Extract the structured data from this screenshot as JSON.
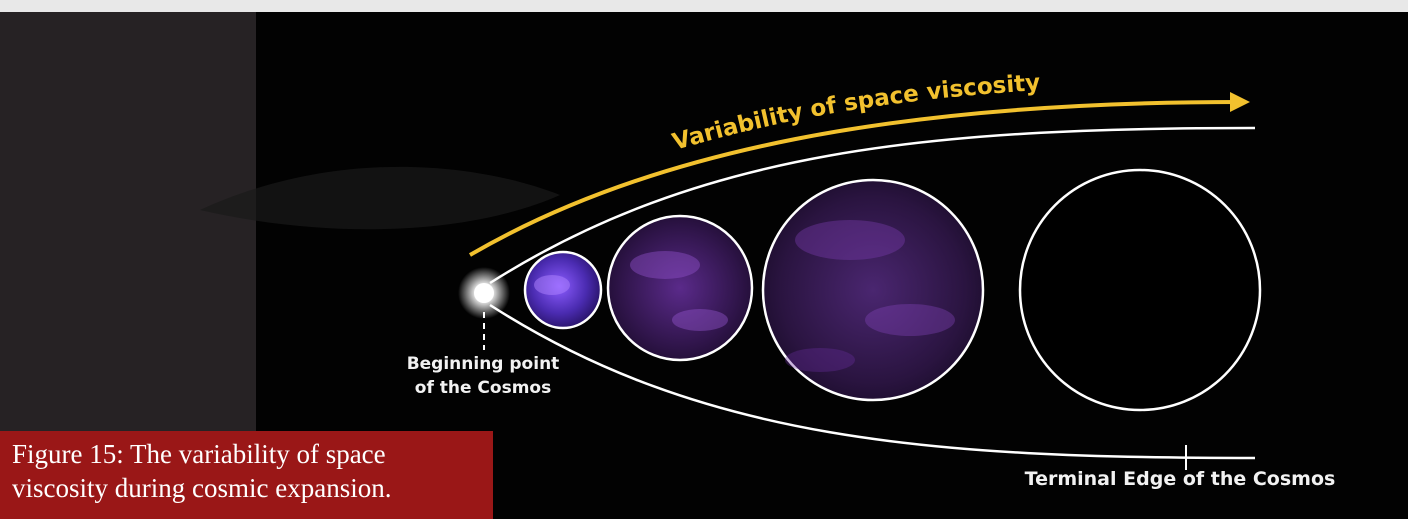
{
  "title_arrow_label": "Variability of space viscosity",
  "beginning_label": [
    "Beginning point",
    "of the Cosmos"
  ],
  "terminal_label": "Terminal Edge of the Cosmos",
  "caption": [
    "Figure 15: The variability of space",
    "viscosity during cosmic expansion."
  ],
  "colors": {
    "arrow": "#f2c12e",
    "caption_bg": "#9a1717",
    "outline": "#ffffff",
    "nebula": "#7a35c4"
  },
  "stages": [
    {
      "name": "beginning-point"
    },
    {
      "name": "early-universe"
    },
    {
      "name": "growing-universe"
    },
    {
      "name": "mature-universe"
    },
    {
      "name": "terminal-universe"
    }
  ]
}
